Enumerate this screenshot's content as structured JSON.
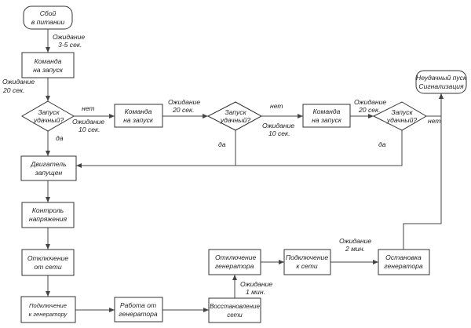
{
  "colors": {
    "stroke": "#333333",
    "arrow": "#444444",
    "text": "#222222",
    "background": "#ffffff"
  },
  "terminals": {
    "start": {
      "line1": "Сбой",
      "line2": "в питании"
    },
    "fail": {
      "line1": "Неудачный пуск",
      "line2": "Сигнализация"
    }
  },
  "nodes": {
    "cmd1": {
      "line1": "Команда",
      "line2": "на запуск"
    },
    "cmd2": {
      "line1": "Команда",
      "line2": "на запуск"
    },
    "cmd3": {
      "line1": "Команда",
      "line2": "на запуск"
    },
    "dec1": {
      "line1": "Запуск",
      "line2": "удачный?"
    },
    "dec2": {
      "line1": "Запуск",
      "line2": "удачный?"
    },
    "dec3": {
      "line1": "Запуск",
      "line2": "удачный?"
    },
    "engine": {
      "line1": "Двигатель",
      "line2": "запущен"
    },
    "voltage": {
      "line1": "Контроль",
      "line2": "напряжения"
    },
    "disconnect": {
      "line1": "Отключение",
      "line2": "от сети"
    },
    "togen": {
      "line1": "Подключение",
      "line2": "к генератору"
    },
    "gen": {
      "line1": "Работа от",
      "line2": "генератора"
    },
    "restore": {
      "line1": "Восстановление",
      "line2": "сети"
    },
    "gendisc": {
      "line1": "Отключение",
      "line2": "генератора"
    },
    "tonet": {
      "line1": "Подключение",
      "line2": "к сети"
    },
    "stopgen": {
      "line1": "Остановка",
      "line2": "генератора"
    }
  },
  "labels": {
    "wait_3_5": {
      "line1": "Ожидание",
      "line2": "3-5 сек."
    },
    "wait_20_a": {
      "line1": "Ожидание",
      "line2": "20 сек."
    },
    "wait_20_b": {
      "line1": "Ожидание",
      "line2": "20 сек."
    },
    "wait_20_c": {
      "line1": "Ожидание",
      "line2": "20 сек."
    },
    "wait_10_a": {
      "line1": "Ожидание",
      "line2": "10 сек."
    },
    "wait_10_b": {
      "line1": "Ожидание",
      "line2": "10 сек."
    },
    "wait_1min": {
      "line1": "Ожидание",
      "line2": "1 мин."
    },
    "wait_2min": {
      "line1": "Ожидание",
      "line2": "2 мин."
    },
    "no_1": "нет",
    "no_2": "нет",
    "no_3": "нет",
    "yes_1": "да",
    "yes_2": "да",
    "yes_3": "да"
  }
}
